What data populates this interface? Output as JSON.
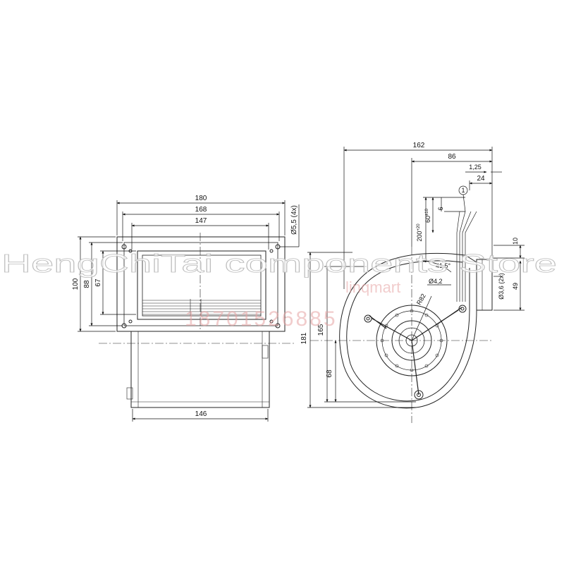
{
  "watermark": {
    "store_name": "HengChiTai components Store",
    "sub_text": "linqmart",
    "phone": "18701526885"
  },
  "front_view": {
    "dims": {
      "w180": "180",
      "w168": "168",
      "w147": "147",
      "w146": "146",
      "h100": "100",
      "h88": "88",
      "h67": "67",
      "hole": "Ø5,5 (4x)"
    }
  },
  "side_view": {
    "dims": {
      "w162": "162",
      "w86": "86",
      "w125": "1,25",
      "w24": "24",
      "callout": "1",
      "cable200": "200",
      "cable200_tol": "+20",
      "cable60": "60",
      "cable60_tol": "±10",
      "cable6": "6",
      "h10": "10",
      "h181": "181",
      "h165": "165",
      "h68": "68",
      "h49": "49",
      "angle": "41,5°",
      "hole42": "Ø4,2",
      "r82": "R82",
      "hole36": "Ø3,6 (2x)"
    }
  }
}
